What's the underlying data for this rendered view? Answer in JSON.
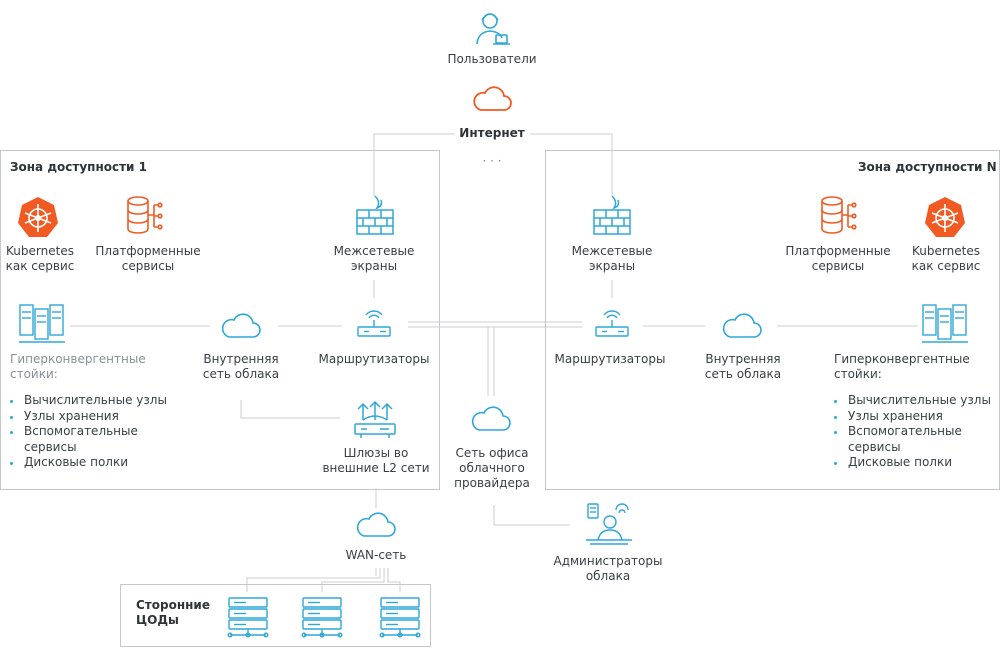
{
  "colors": {
    "blue": "#2fa7d8",
    "orange": "#f15a22",
    "line": "#c9cdd0",
    "zone_border": "#c4c8cb"
  },
  "top": {
    "users_label": "Пользователи",
    "internet_label": "Интернет",
    "ellipsis": "· · ·"
  },
  "zone1": {
    "title": "Зона доступности 1",
    "kubernetes": "Kubernetes\nкак сервис",
    "platform": "Платформенные\nсервисы",
    "firewall": "Межсетевые\nэкраны",
    "hyper_title": "Гиперконвергентные\nстойки:",
    "hyper_items": [
      "Вычислительные узлы",
      "Узлы хранения",
      "Вспомогательные\nсервисы",
      "Дисковые полки"
    ],
    "internal_net": "Внутренняя\nсеть облака",
    "routers": "Маршрутизаторы",
    "gateways": "Шлюзы во\nвнешние L2 сети"
  },
  "zoneN": {
    "title": "Зона доступности N",
    "kubernetes": "Kubernetes\nкак сервис",
    "platform": "Платформенные\nсервисы",
    "firewall": "Межсетевые\nэкраны",
    "hyper_title": "Гиперконвергентные\nстойки:",
    "hyper_items": [
      "Вычислительные узлы",
      "Узлы хранения",
      "Вспомогательные\nсервисы",
      "Дисковые полки"
    ],
    "internal_net": "Внутренняя\nсеть облака",
    "routers": "Маршрутизаторы"
  },
  "center": {
    "office_net": "Сеть офиса\nоблачного\nпровайдера",
    "admins": "Администраторы\nоблака"
  },
  "bottom": {
    "wan": "WAN-сеть",
    "third_party": "Сторонние\nЦОДы"
  },
  "icons": [
    "user-laptop-icon",
    "cloud-icon",
    "firewall-icon",
    "router-icon",
    "kubernetes-icon",
    "database-icon",
    "server-rack-icon",
    "gateway-icon",
    "admin-icon",
    "server-icon"
  ]
}
